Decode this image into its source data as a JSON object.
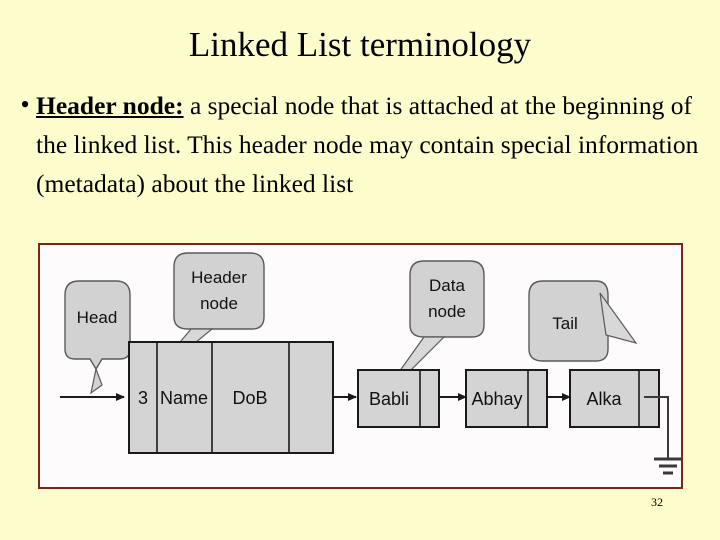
{
  "slide": {
    "title": "Linked List terminology",
    "page_number": "32",
    "background_color": "#fdfccd",
    "frame_border_color": "#7b2616"
  },
  "bullets": [
    {
      "marker": "•",
      "lead_term": "Header node:",
      "body": " a special node that is attached at the beginning of the linked list. This header node may contain special information (metadata) about the linked list"
    }
  ],
  "figure": {
    "name": "linked-list-with-header-node-diagram",
    "callouts": [
      {
        "id": "head",
        "label": "Head",
        "lines": [
          "Head"
        ]
      },
      {
        "id": "header-node",
        "label": "Header node",
        "lines": [
          "Header",
          "node"
        ]
      },
      {
        "id": "data-node",
        "label": "Data node",
        "lines": [
          "Data",
          "node"
        ]
      },
      {
        "id": "tail",
        "label": "Tail",
        "lines": [
          "Tail"
        ]
      }
    ],
    "header_node": {
      "name": "header-node-box",
      "cells": [
        {
          "id": "count",
          "text": "3"
        },
        {
          "id": "name",
          "text": "Name"
        },
        {
          "id": "dob",
          "text": "DoB"
        },
        {
          "id": "pointer",
          "text": ""
        }
      ]
    },
    "data_nodes": [
      {
        "id": "node-babli",
        "text": "Babli"
      },
      {
        "id": "node-abhay",
        "text": "Abhay"
      },
      {
        "id": "node-alka",
        "text": "Alka"
      }
    ],
    "terminator": "ground-null-symbol",
    "node_fill": "#d4d4d4",
    "node_stroke": "#1a1a1a",
    "callout_fill": "#d2d2d2",
    "callout_stroke": "#4a4a4a"
  }
}
